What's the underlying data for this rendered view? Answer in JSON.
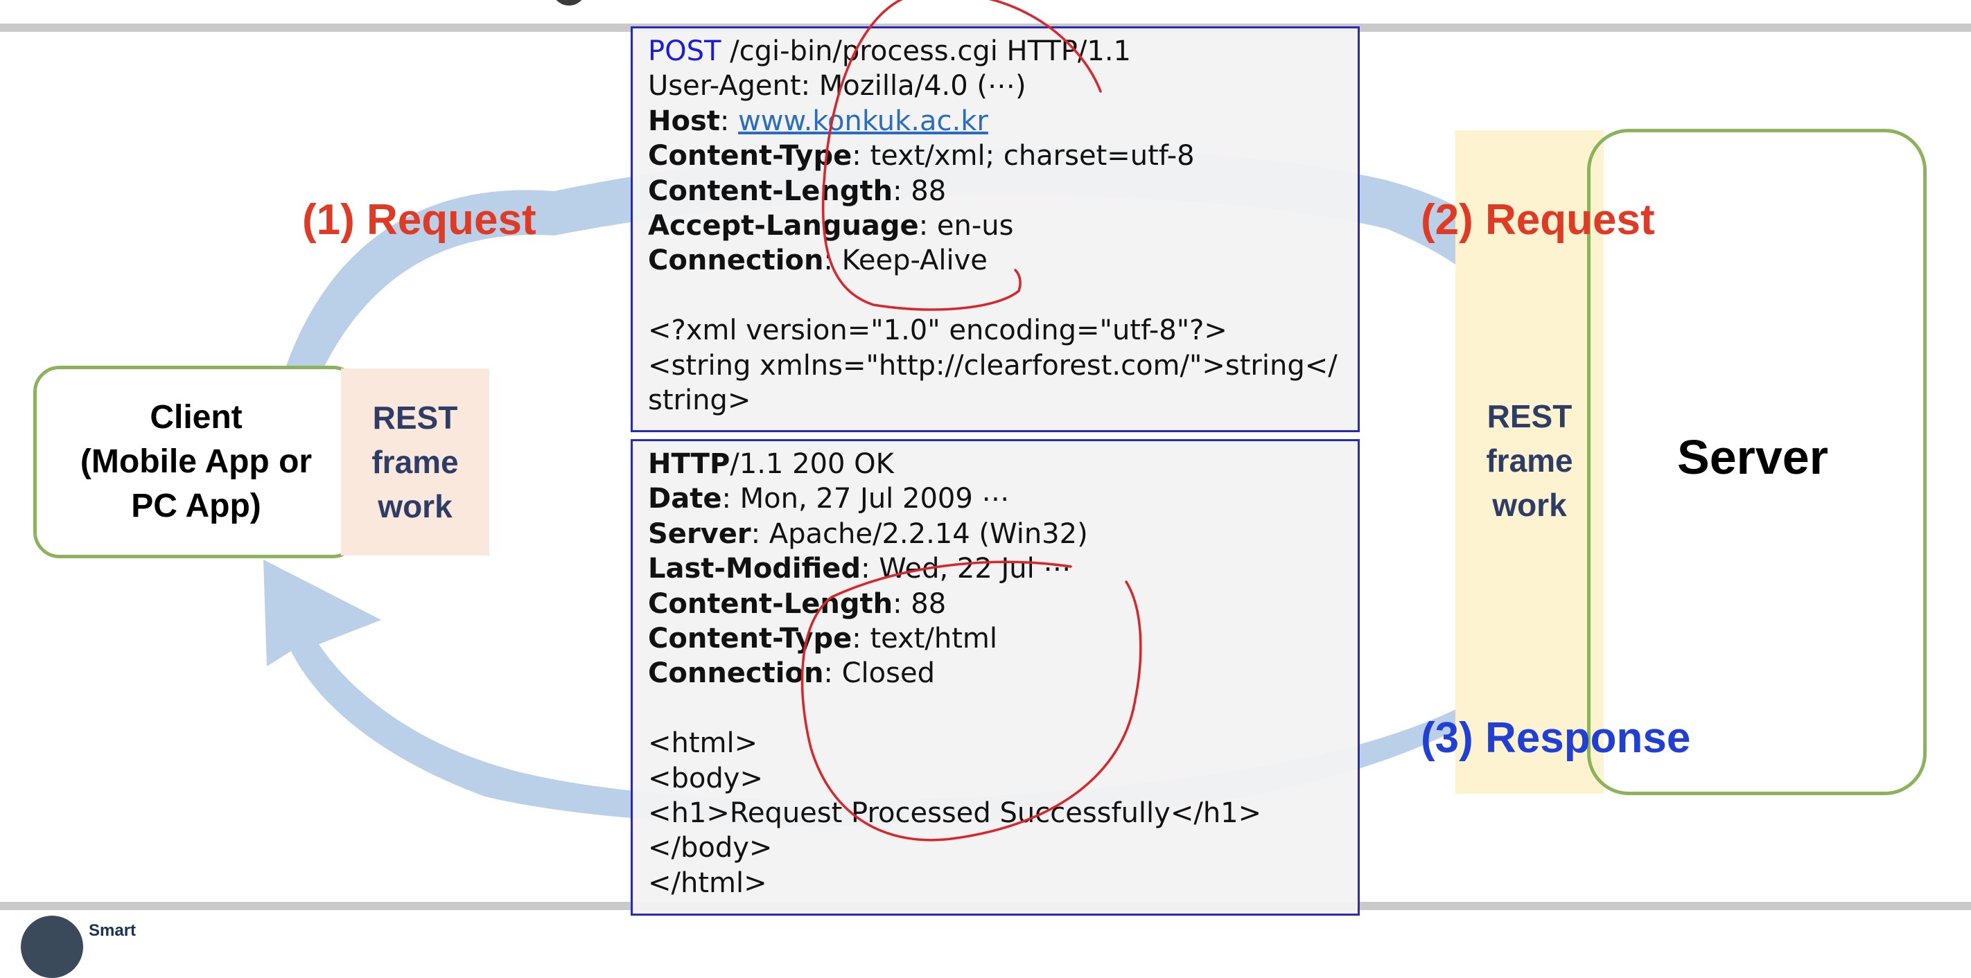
{
  "labels": {
    "request1": "(1) Request",
    "request2": "(2) Request",
    "response3": "(3) Response"
  },
  "client": {
    "text": "Client\n(Mobile App or\nPC App)"
  },
  "server": {
    "text": "Server"
  },
  "rest_framework": {
    "left": "REST\nframe\nwork",
    "right": "REST\nframe\nwork"
  },
  "request_message": {
    "method": "POST",
    "request_line_rest": " /cgi-bin/process.cgi HTTP/1.1",
    "user_agent": "User-Agent: Mozilla/4.0 (⋯)",
    "host_key": "Host",
    "host_value": "www.konkuk.ac.kr",
    "content_type_key": "Content-Type",
    "content_type_value": ": text/xml; charset=utf-8",
    "content_length_key": "Content-Length",
    "content_length_value": ": 88",
    "accept_language_key": "Accept-Language",
    "accept_language_value": ": en-us",
    "connection_key": "Connection",
    "connection_value": ": Keep-Alive",
    "xml_decl": "<?xml version=\"1.0\" encoding=\"utf-8\"?>",
    "xml_body": "<string xmlns=\"http://clearforest.com/\">string</string>"
  },
  "response_message": {
    "status_key": "HTTP",
    "status_value": "/1.1 200 OK",
    "date_key": "Date",
    "date_value": ": Mon, 27 Jul 2009 ⋯",
    "server_key": "Server",
    "server_value": ": Apache/2.2.14 (Win32)",
    "last_modified_key": "Last-Modified",
    "last_modified_value": ": Wed, 22 Jul ⋯",
    "content_length_key": "Content-Length",
    "content_length_value": ": 88",
    "content_type_key": "Content-Type",
    "content_type_value": ": text/html",
    "connection_key": "Connection",
    "connection_value": ": Closed",
    "html_lines": [
      "<html>",
      "<body>",
      "<h1>Request Processed Successfully</h1>",
      "</body>",
      "</html>"
    ]
  },
  "footer": {
    "logo_text": "Smart"
  },
  "colors": {
    "request_label": "#e03a25",
    "response_label": "#1f3fd6",
    "arrow_fill": "#b4cbe6",
    "box_border": "#8cb35a",
    "pen_annotation": "#d9262b"
  },
  "icons": [
    "university-seal-logo"
  ]
}
